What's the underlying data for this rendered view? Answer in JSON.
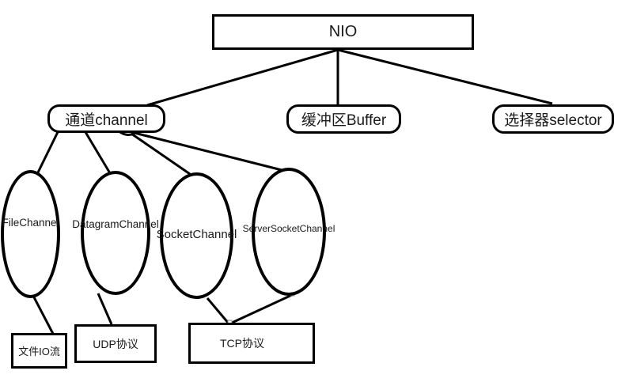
{
  "diagram": {
    "title": "NIO structure diagram",
    "colors": {
      "stroke": "#000000",
      "background": "#ffffff"
    },
    "nodes": {
      "root": {
        "label": "NIO",
        "shape": "rectangle"
      },
      "channel": {
        "label": "通道channel",
        "shape": "rounded-rectangle"
      },
      "buffer": {
        "label": "缓冲区Buffer",
        "shape": "rounded-rectangle"
      },
      "selector": {
        "label": "选择器selector",
        "shape": "rounded-rectangle"
      },
      "file_channel": {
        "label": "FileChannel",
        "shape": "ellipse"
      },
      "datagram_channel": {
        "label": "DatagramChannel",
        "shape": "ellipse"
      },
      "socket_channel": {
        "label": "SocketChannel",
        "shape": "ellipse"
      },
      "server_socket_channel": {
        "label": "ServerSocketChannel",
        "shape": "ellipse"
      },
      "file_io": {
        "label": "文件IO流",
        "shape": "rectangle"
      },
      "udp": {
        "label": "UDP协议",
        "shape": "rectangle"
      },
      "tcp": {
        "label": "TCP协议",
        "shape": "rectangle"
      }
    },
    "edges": [
      {
        "from": "NIO",
        "to": "通道channel"
      },
      {
        "from": "NIO",
        "to": "缓冲区Buffer"
      },
      {
        "from": "NIO",
        "to": "选择器selector"
      },
      {
        "from": "通道channel",
        "to": "FileChannel"
      },
      {
        "from": "通道channel",
        "to": "DatagramChannel"
      },
      {
        "from": "通道channel",
        "to": "SocketChannel"
      },
      {
        "from": "通道channel",
        "to": "ServerSocketChannel"
      },
      {
        "from": "FileChannel",
        "to": "文件IO流"
      },
      {
        "from": "DatagramChannel",
        "to": "UDP协议"
      },
      {
        "from": "SocketChannel",
        "to": "TCP协议"
      },
      {
        "from": "ServerSocketChannel",
        "to": "TCP协议"
      }
    ]
  }
}
